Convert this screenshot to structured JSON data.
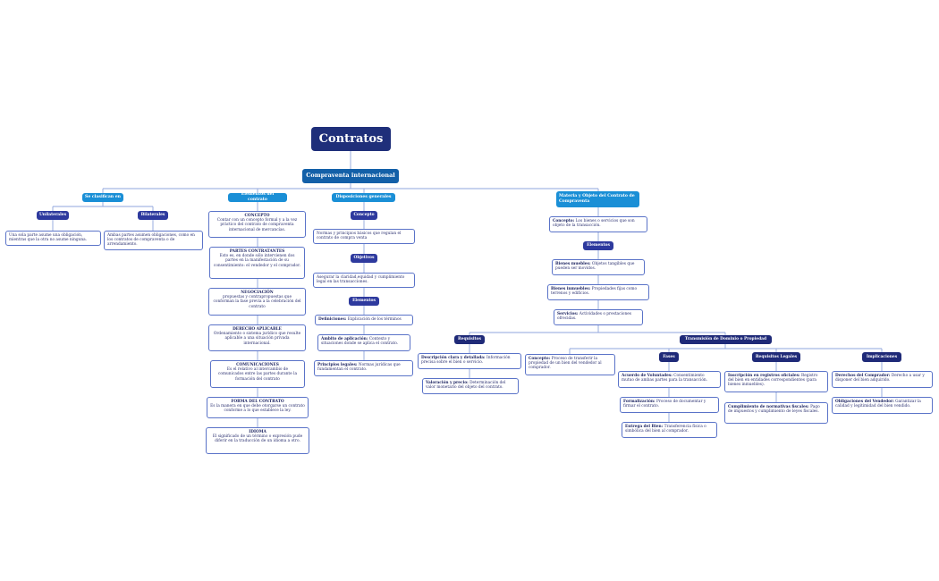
{
  "title": "Contratos",
  "main": "Compraventa internacional",
  "clasificacion": {
    "label": "Se clasifican en",
    "unilaterales": {
      "label": "Unilaterales",
      "text": "Una sola parte asume una obligación, mientras que la otra no asume ninguna."
    },
    "bilaterales": {
      "label": "Bilaterales",
      "text": "Ambas partes asumen obligaciones, como en los contratos de compraventa o de arrendamiento."
    }
  },
  "elementos": {
    "label": "Elementos del contrato",
    "items": [
      {
        "head": "CONCEPTO",
        "text": "Contar con un concepto formal y a la vez práctico del contrato de compraventa internacional de mercancías."
      },
      {
        "head": "PARTES CONTRATANTES",
        "text": "Esto es, en donde sólo intervienen dos partes en la manifestación de su consentimiento: el vendedor y el comprador."
      },
      {
        "head": "NEGOCIACIÓN",
        "text": "propuestas y contrapropuestas que conforman la fase previa a la celebración del contrato"
      },
      {
        "head": "DERECHO APLICABLE",
        "text": "Ordenamiento o sistema jurídico que resulte aplicable a una situación privada internacional."
      },
      {
        "head": "COMUNICACIONES",
        "text": "Es el relativo al intercambio de comunicados entre las partes durante la formación del contrato"
      },
      {
        "head": "FORMA DEL CONTRATO",
        "text": "Es la manera en que debe otorgarse un contrato conforme a lo que establece la ley."
      },
      {
        "head": "IDIOMA",
        "text": "El significado de un término o expresión pude diferir en la traducción de un idioma a otro."
      }
    ]
  },
  "disposiciones": {
    "label": "Disposiciones generales",
    "concepto": {
      "label": "Concepto",
      "text": "Normas y principios básicos que regulan el contrato de compra venta"
    },
    "objetivos": {
      "label": "Objetivos",
      "text": "Asegurar la claridad,equidad y cumplimiento legal en las transacciones."
    },
    "elementos": {
      "label": "Elementos",
      "items": [
        {
          "head": "Definiciones:",
          "text": " Explicación de los términos"
        },
        {
          "head": "Ámbito de aplicación:",
          "text": " Contexto y situaciones donde se aplica el contrato."
        },
        {
          "head": "Principios legales:",
          "text": " Normas jurídicas que fundamentan el contrato."
        }
      ]
    }
  },
  "materia": {
    "label": "Materia y Objeto del Contrato de Compraventa",
    "concepto": {
      "head": "Concepto:",
      "text": " Los bienes o servicios que son objeto de la transacción."
    },
    "elementos": {
      "label": "Elementos",
      "items": [
        {
          "head": "Bienes muebles:",
          "text": " Objetos tangibles que pueden ser movidos."
        },
        {
          "head": "Bienes inmuebles:",
          "text": " Propiedades fijas como terrenos y edificios."
        },
        {
          "head": "Servicios:",
          "text": " Actividades o prestaciones ofrecidas."
        }
      ]
    },
    "requisitos": {
      "label": "Requisitos",
      "items": [
        {
          "head": "Descripción clara y detallada:",
          "text": " Información precisa sobre el bien o servicio."
        },
        {
          "head": "Valoración y precio:",
          "text": " Determinación del valor monetario del objeto del contrato."
        }
      ]
    },
    "transmision": {
      "label": "Transmisión de Dominio o Propiedad",
      "concepto": {
        "head": "Concepto:",
        "text": " Proceso de transferir la propiedad de un bien del vendedor al comprador."
      },
      "fases": {
        "label": "Fases",
        "items": [
          {
            "head": "Acuerdo de Voluntades:",
            "text": " Consentimiento mutuo de ambas partes para la transacción."
          },
          {
            "head": "Formalización:",
            "text": " Proceso de documentar y firmar el contrato."
          },
          {
            "head": "Entrega del Bien:",
            "text": " Transferencia física o simbólica del bien al comprador."
          }
        ]
      },
      "legales": {
        "label": "Requisitos Legales",
        "items": [
          {
            "head": "Inscripción en registros oficiales:",
            "text": " Registro del bien en entidades correspondientes (para bienes inmuebles)."
          },
          {
            "head": "Cumplimiento de normativas fiscales:",
            "text": " Pago de impuestos y cumplimiento de leyes fiscales."
          }
        ]
      },
      "implicaciones": {
        "label": "Implicaciones",
        "items": [
          {
            "head": "Derechos del Comprador:",
            "text": " Derecho a usar y disponer del bien adquirido."
          },
          {
            "head": "Obligaciones del Vendedor:",
            "text": " Garantizar la calidad y legitimidad del bien vendido."
          }
        ]
      }
    }
  }
}
